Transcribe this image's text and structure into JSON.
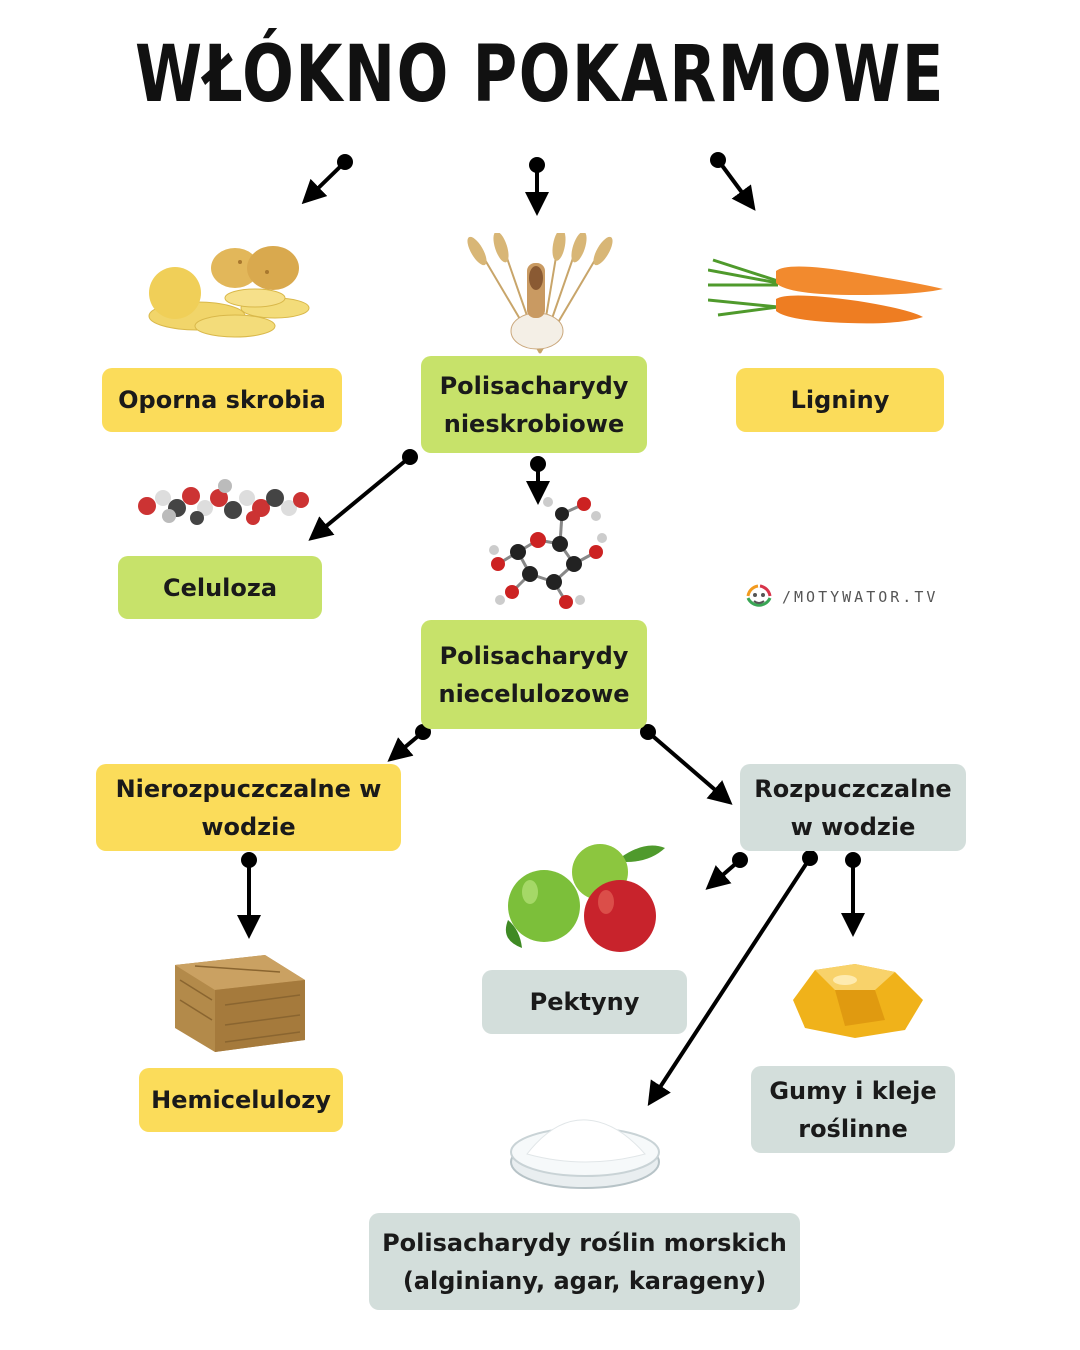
{
  "title": "WŁÓKNO POKARMOWE",
  "nodes": {
    "oporna_skrobia": "Oporna skrobia",
    "polisacharydy_nieskrobiowe": "Polisacharydy\nnieskrobiowe",
    "ligniny": "Ligniny",
    "celuloza": "Celuloza",
    "polisacharydy_niecelulozowe": "Polisacharydy\nniecelulozowe",
    "nierozpuszczalne": "Nierozpuczczalne w\nwodzie",
    "rozpuszczalne": "Rozpuczczalne\nw wodzie",
    "hemicelulozy": "Hemicelulozy",
    "pektyny": "Pektyny",
    "gumy": "Gumy i kleje\nroślinne",
    "morskie": "Polisacharydy roślin morskich\n(alginiany, agar, karageny)"
  },
  "brand": "/MOTYWATOR.TV",
  "colors": {
    "yellow": "#fbdc5a",
    "green": "#c7e26a",
    "grey": "#d3dedb",
    "arrow": "#000000"
  },
  "images": [
    "potatoes",
    "wheat-and-flour",
    "carrots",
    "cellulose-molecule",
    "glucose-molecule",
    "apples",
    "hay-bale",
    "resin-gum",
    "powder-in-petri-dish"
  ]
}
